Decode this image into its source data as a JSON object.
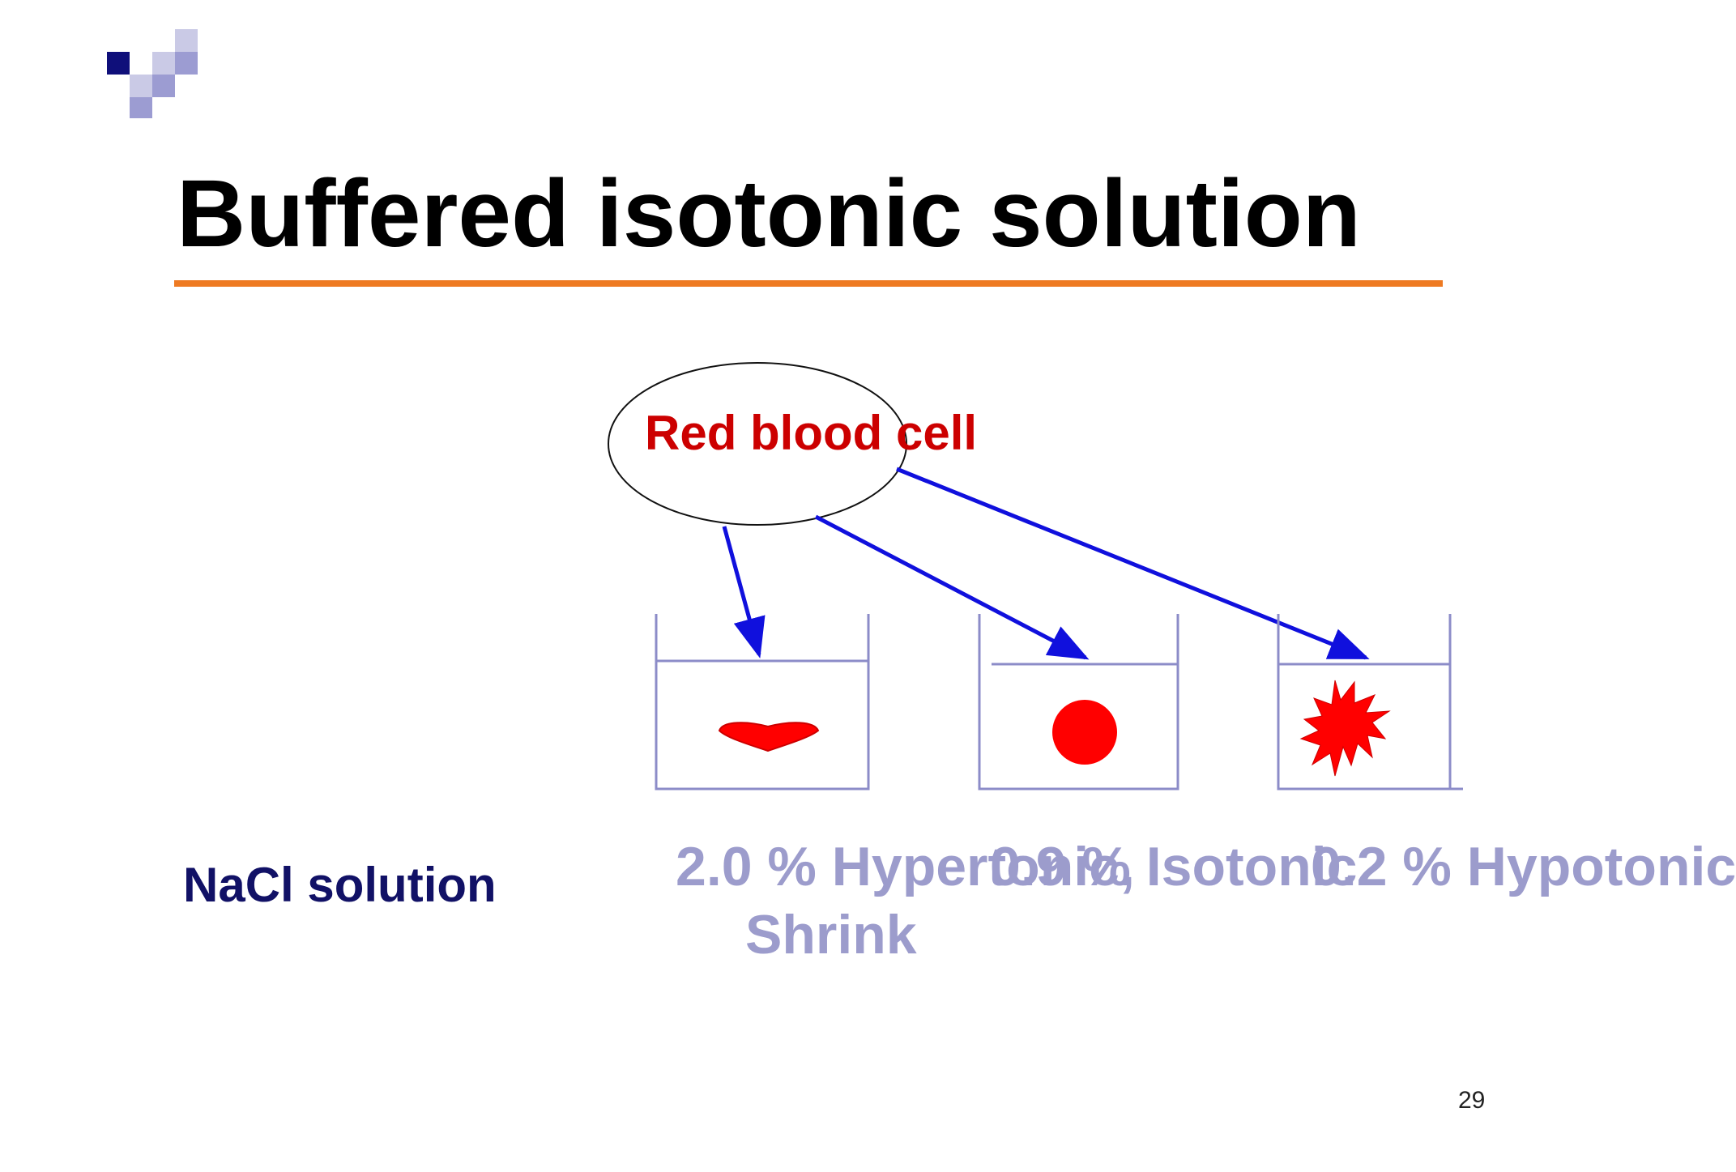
{
  "slide": {
    "title": "Buffered isotonic solution",
    "page_number": "29"
  },
  "diagram": {
    "cell_label": "Red blood  cell",
    "row_label": "NaCl solution",
    "solutions": [
      {
        "text": "2.0 %  Hypertonic,",
        "effect": "Shrink"
      },
      {
        "text": "0.9 %  Isotonic"
      },
      {
        "text": "0.2 %  Hypotonic"
      }
    ]
  },
  "colors": {
    "title": "#000000",
    "rule": "#ee7a22",
    "cell_label": "#cc0000",
    "cell_fill": "#ff0000",
    "arrow": "#1010dd",
    "beaker": "#8c8cc8",
    "row_label": "#111166",
    "solution_text": "#9c9ccc",
    "logo_dark": "#0f0f7a",
    "logo_mid": "#9c9cd2",
    "logo_light": "#cacae6"
  },
  "icons": {
    "logo": "checkered-squares-logo",
    "cell_shrunk": "crenated-heart-shape-cell",
    "cell_normal": "round-cell",
    "cell_burst": "burst-star-cell"
  }
}
